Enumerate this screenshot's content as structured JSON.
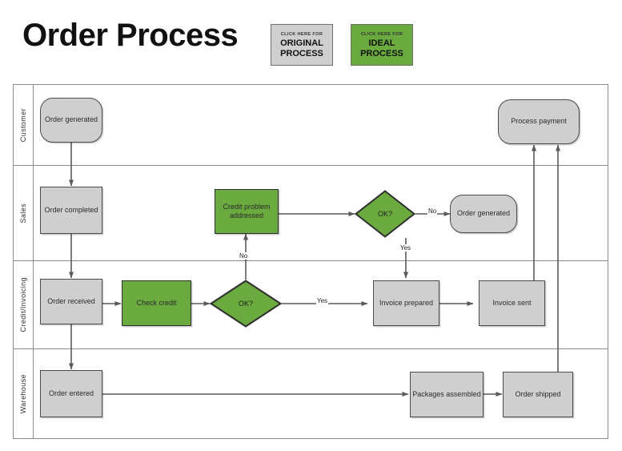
{
  "header": {
    "title": "Order Process",
    "buttons": [
      {
        "kicker": "Click here for",
        "line1": "Original",
        "line2": "Process",
        "variant": "gray",
        "color": "#cfcfcf"
      },
      {
        "kicker": "Click here for",
        "line1": "Ideal",
        "line2": "Process",
        "variant": "green",
        "color": "#6aaa3f"
      }
    ]
  },
  "colors": {
    "green": "#6aaa3f",
    "gray": "#cfcfcf",
    "border": "#4a4a4a",
    "frame": "#8a8a8a",
    "text": "#2b2b2b"
  },
  "diagram": {
    "lanes": [
      {
        "label": "Customer"
      },
      {
        "label": "Sales"
      },
      {
        "label": "Credit/Invoicing"
      },
      {
        "label": "Warehouse"
      }
    ],
    "nodes": {
      "order_generated": "Order generated",
      "process_payment": "Process payment",
      "order_completed": "Order completed",
      "credit_problem_addressed": "Credit problem addressed",
      "ok_sales": "OK?",
      "order_generated_2": "Order generated",
      "order_received": "Order received",
      "check_credit": "Check credit",
      "ok_credit": "OK?",
      "invoice_prepared": "Invoice prepared",
      "invoice_sent": "Invoice sent",
      "order_entered": "Order entered",
      "packages_assembled": "Packages assembled",
      "order_shipped": "Order shipped"
    },
    "edge_labels": {
      "no_credit_up": "No",
      "yes_credit_down": "Yes",
      "no_sales_right": "No",
      "yes_sales_down": "Yes"
    }
  }
}
